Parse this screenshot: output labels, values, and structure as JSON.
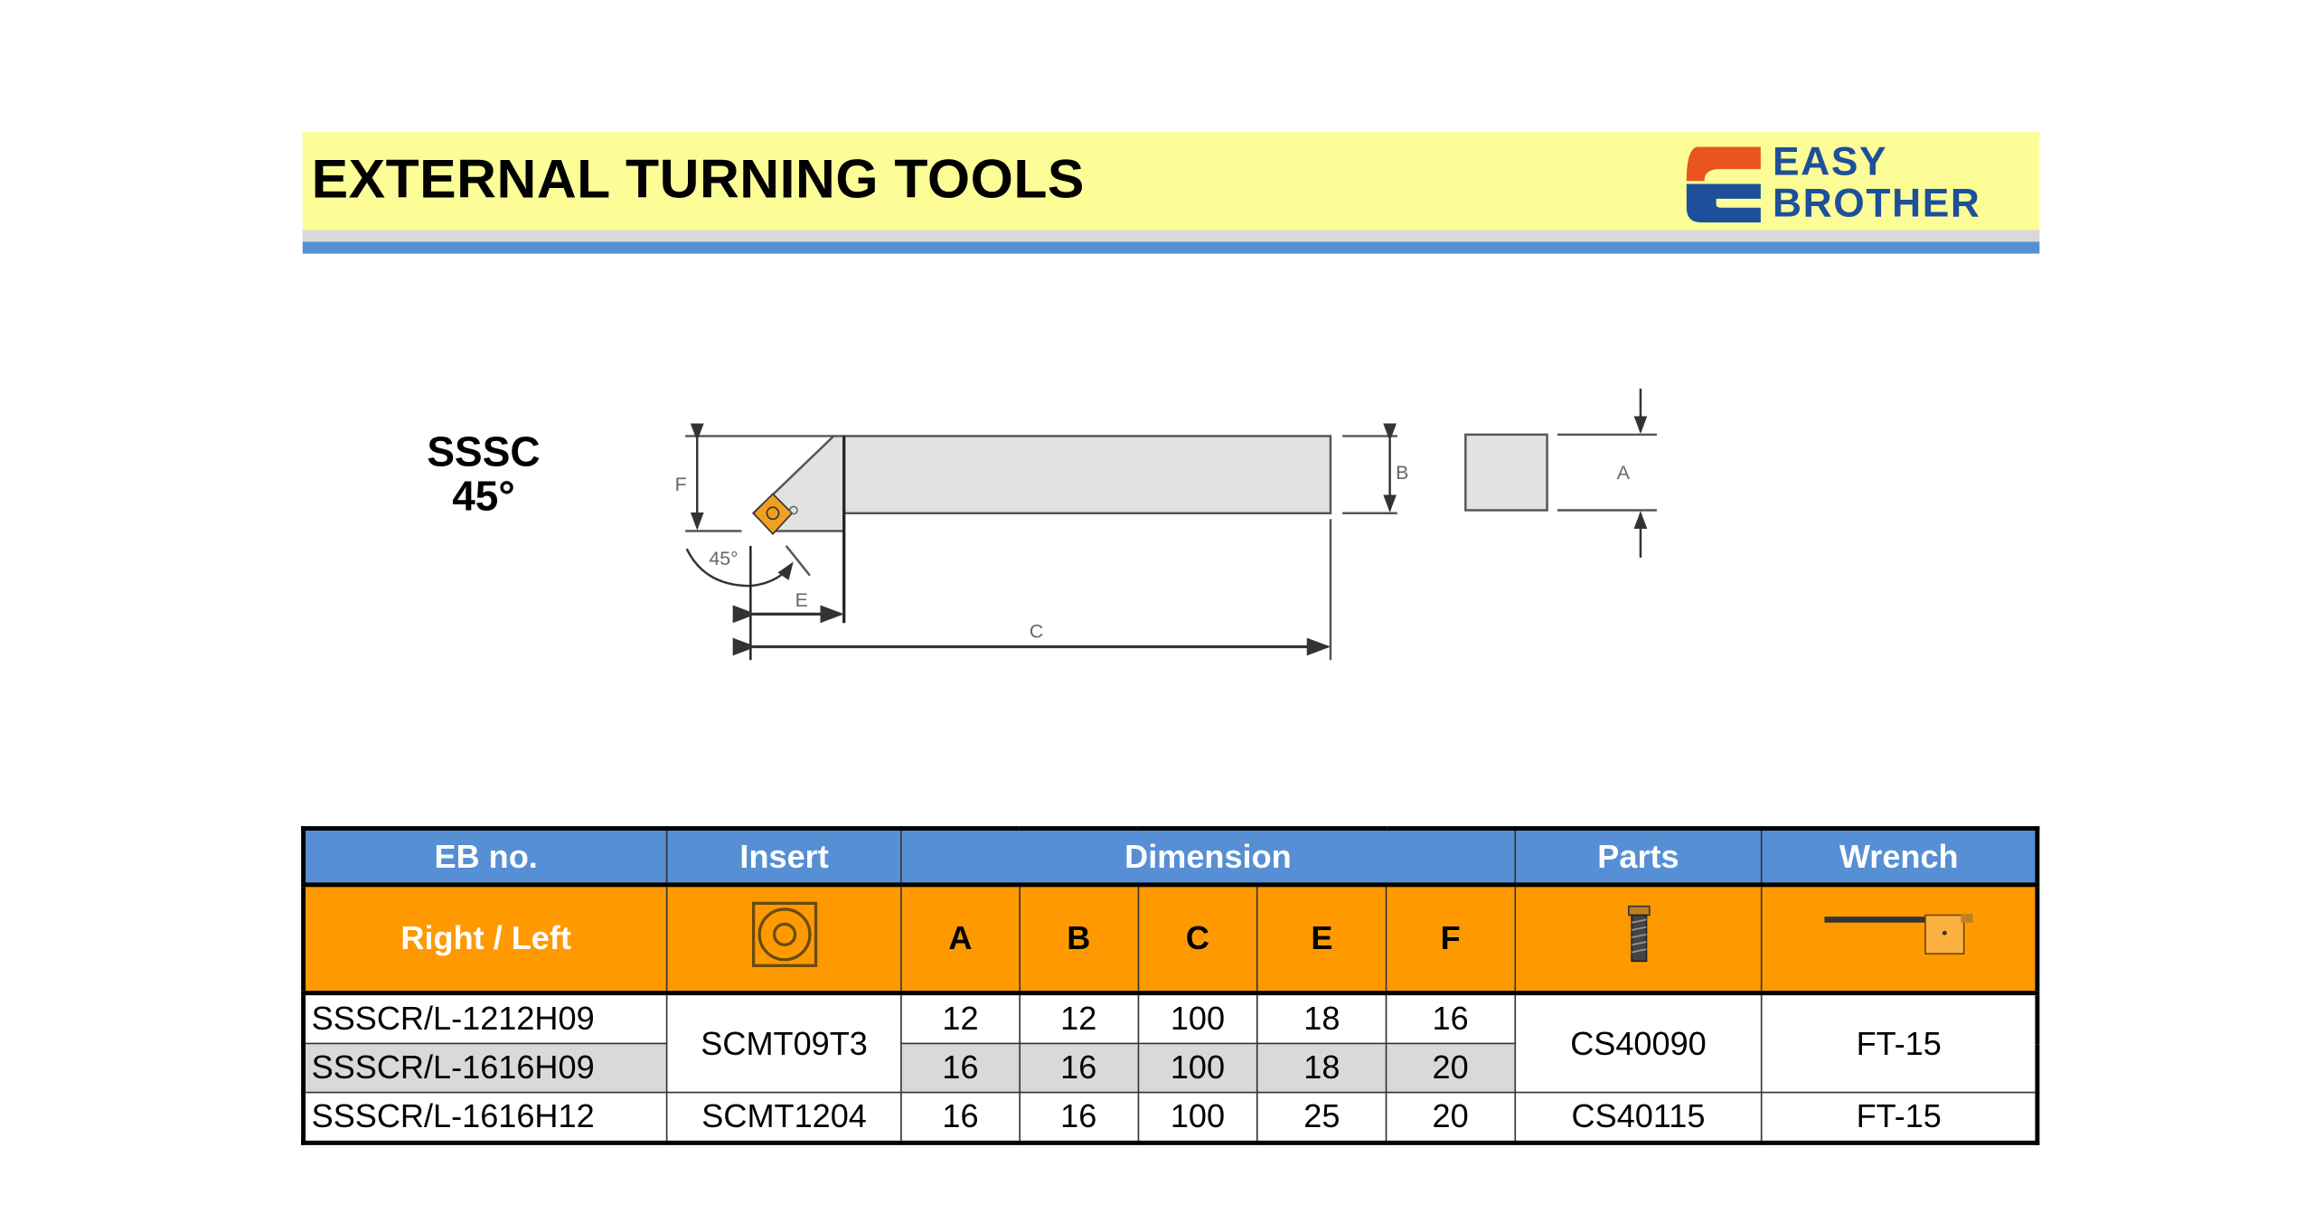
{
  "header": {
    "title": "EXTERNAL TURNING TOOLS",
    "logo_line1": "EASY",
    "logo_line2": "BROTHER"
  },
  "model": {
    "name": "SSSC",
    "angle": "45°"
  },
  "diagram": {
    "labels": {
      "F": "F",
      "B": "B",
      "A": "A",
      "E": "E",
      "C": "C",
      "angle": "45°"
    },
    "insert_color": "#f0a020"
  },
  "table": {
    "group_headers": {
      "eb_no": "EB no.",
      "insert": "Insert",
      "dimension": "Dimension",
      "parts": "Parts",
      "wrench": "Wrench"
    },
    "sub_headers": {
      "right_left": "Right / Left",
      "dims": [
        "A",
        "B",
        "C",
        "E",
        "F"
      ]
    },
    "rows": [
      {
        "eb_no": "SSSCR/L-1212H09",
        "dims": [
          "12",
          "12",
          "100",
          "18",
          "16"
        ]
      },
      {
        "eb_no": "SSSCR/L-1616H09",
        "dims": [
          "16",
          "16",
          "100",
          "18",
          "20"
        ]
      },
      {
        "eb_no": "SSSCR/L-1616H12",
        "dims": [
          "16",
          "16",
          "100",
          "25",
          "20"
        ]
      }
    ],
    "groups": [
      {
        "insert": "SCMT09T3",
        "parts": "CS40090",
        "wrench": "FT-15"
      },
      {
        "insert": "SCMT1204",
        "parts": "CS40115",
        "wrench": "FT-15"
      }
    ],
    "colors": {
      "header_blue": "#568fd4",
      "subheader_orange": "#fe9a00",
      "alt_row": "#d9d9d9"
    }
  }
}
